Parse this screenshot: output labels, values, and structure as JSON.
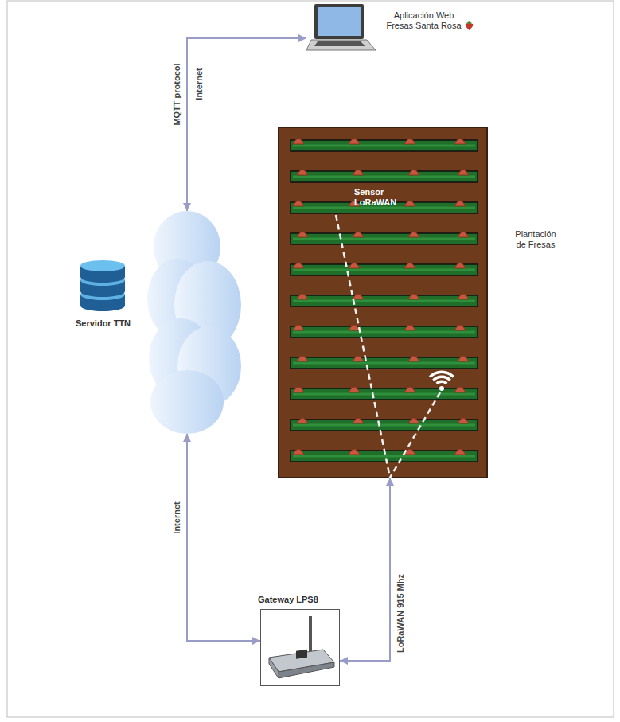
{
  "diagram": {
    "nodes": [
      {
        "text": [
          "Aplicación Web Fresas Santa Rosa"
        ]
      },
      {
        "text": [
          "Plantación de Fresas"
        ]
      },
      {
        "text": [
          "Sensor LoRaWAN"
        ],
        "in": 1
      },
      {
        "text": [
          "Servidor TTN"
        ]
      },
      {
        "text": [
          "Gateway LPS8"
        ]
      }
    ],
    "edges": [
      {
        "from": 0,
        "to": 3,
        "arrow": "both",
        "label": "MQTT protocol"
      },
      {
        "from": 3,
        "to": 4,
        "arrow": "both",
        "label": "Internet"
      },
      {
        "from": 4,
        "to": 1,
        "arrow": "both",
        "label": "LoRaWAN 915 Mhz"
      }
    ],
    "labels": [
      "Internet"
    ]
  }
}
